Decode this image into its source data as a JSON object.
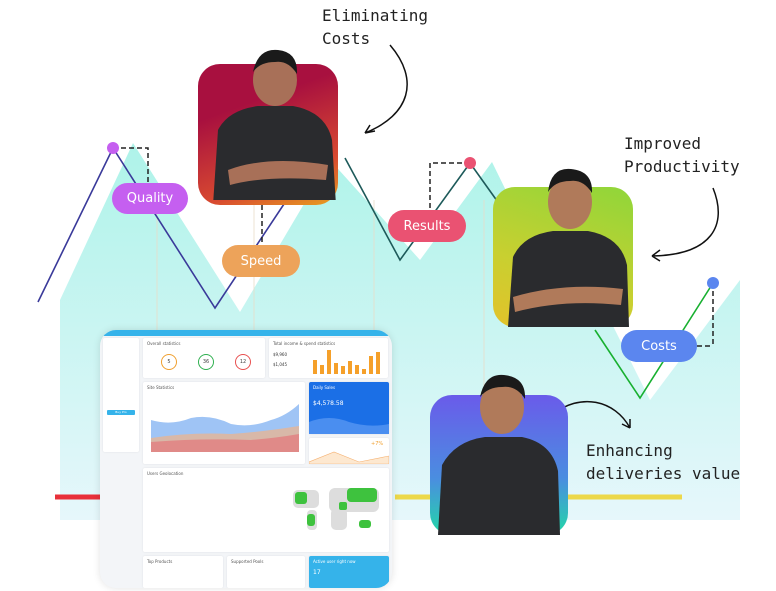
{
  "annotations": {
    "eliminating_costs": [
      "Eliminating",
      "Costs"
    ],
    "improved_productivity": [
      "Improved",
      "Productivity"
    ],
    "enhancing_deliveries": [
      "Enhancing",
      "deliveries value"
    ]
  },
  "labels": {
    "quality": {
      "text": "Quality",
      "color": "#c55ff0"
    },
    "speed": {
      "text": "Speed",
      "color": "#eda35a"
    },
    "results": {
      "text": "Results",
      "color": "#ea5272"
    },
    "costs": {
      "text": "Costs",
      "color": "#5b86ef"
    }
  },
  "photos": [
    {
      "name": "person-1",
      "gradient": [
        "#a8103f",
        "#e8a020"
      ]
    },
    {
      "name": "person-2",
      "gradient": [
        "#8fd63a",
        "#e3c22a"
      ]
    },
    {
      "name": "person-3",
      "gradient": [
        "#6a5bea",
        "#22d8a8"
      ]
    }
  ],
  "dashboard": {
    "overall_title": "Overall statistics",
    "stats": [
      "5",
      "36",
      "12"
    ],
    "income_title": "Total income & spend statistics",
    "income_value": "$9,960",
    "spend_value": "$1,045",
    "site_title": "Site Statistics",
    "daily_sales_title": "Daily Sales",
    "daily_sales_value": "$4,578.58",
    "growth": "+7%",
    "geo_title": "Users Geolocation",
    "products_title": "Top Products",
    "pools_title": "Supported Pools",
    "active_title": "Active user right now",
    "active_value": "17",
    "sidebar_button": "Buy Pro"
  }
}
